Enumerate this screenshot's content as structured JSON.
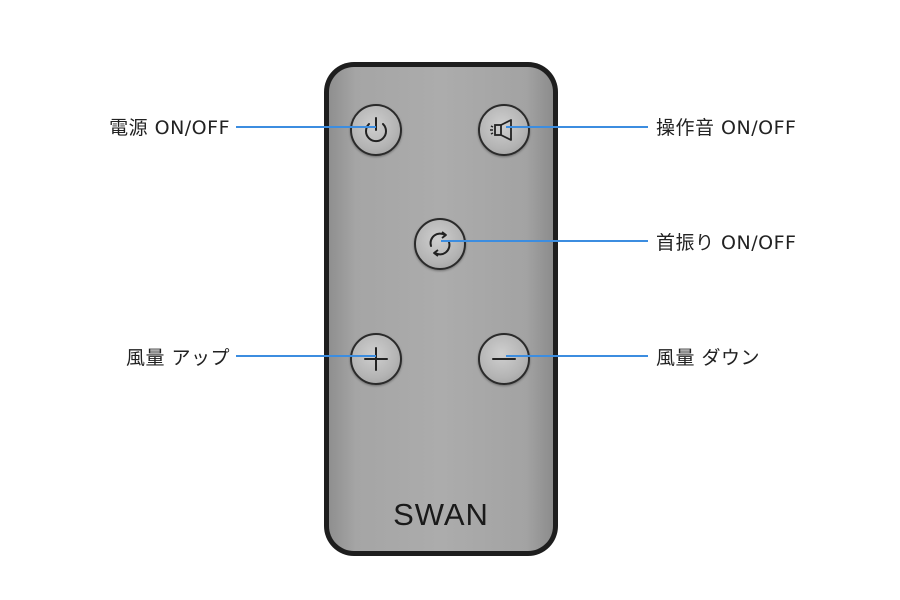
{
  "remote": {
    "brand": "SWAN"
  },
  "callouts": {
    "power": "電源 ON/OFF",
    "sound": "操作音 ON/OFF",
    "swing": "首振り ON/OFF",
    "fan_up": "風量 アップ",
    "fan_down": "風量 ダウン"
  },
  "icons": {
    "power": "power-icon",
    "sound": "speaker-icon",
    "swing": "rotate-icon",
    "fan_up": "plus-icon",
    "fan_down": "minus-icon"
  },
  "colors": {
    "callout_line": "#3c8de0",
    "remote_body": "#1e1e1e",
    "remote_face": "#a8a8a8"
  }
}
